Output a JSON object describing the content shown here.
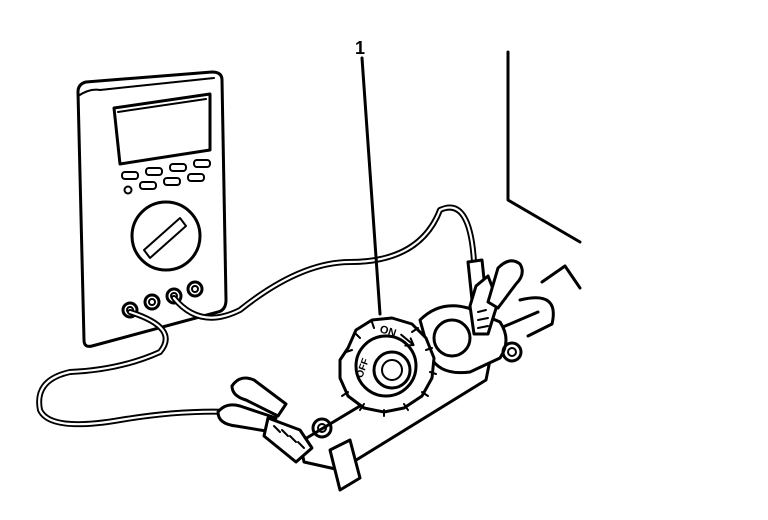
{
  "diagram": {
    "callout_number": "1",
    "switch_on_label": "ON",
    "switch_off_label": "OFF"
  }
}
